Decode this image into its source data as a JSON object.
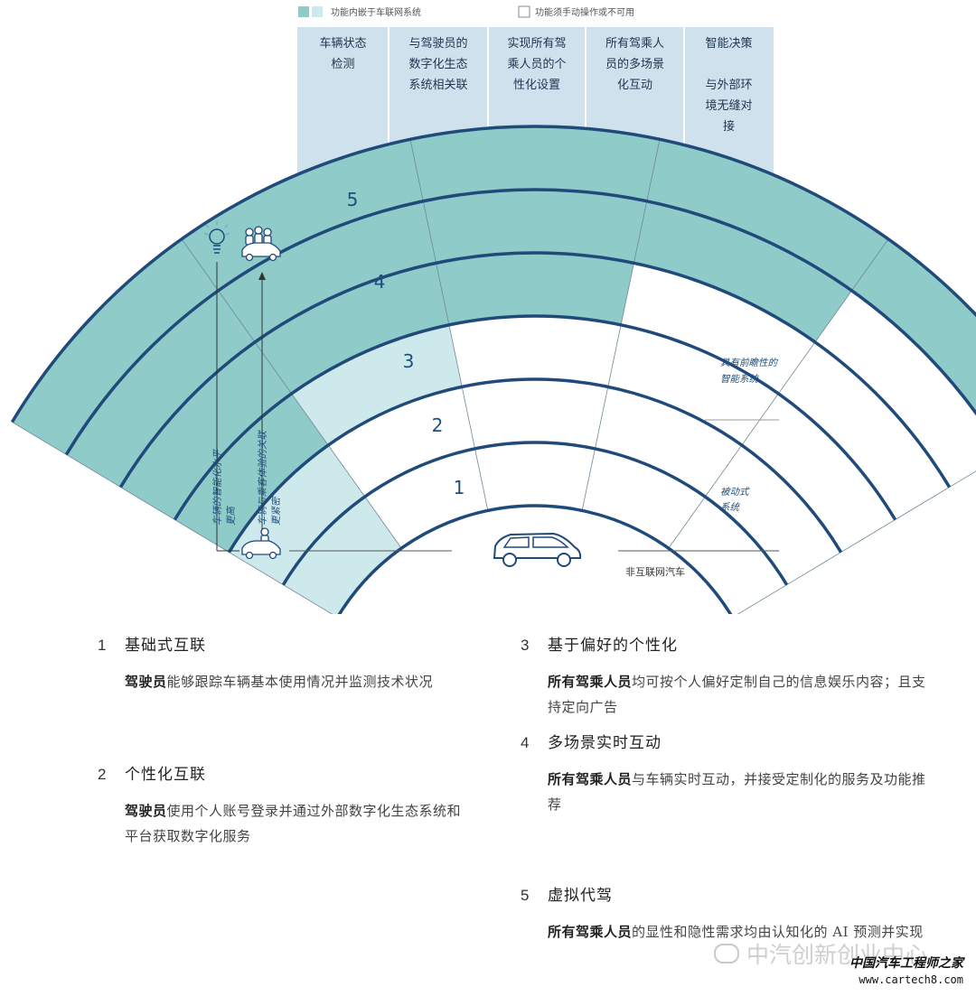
{
  "legend": {
    "embedded": "功能内嵌于车联网系统",
    "manual": "功能须手动操作或不可用"
  },
  "columns": [
    [
      "车辆状态",
      "检测"
    ],
    [
      "与驾驶员的",
      "数字化生态",
      "系统相关联"
    ],
    [
      "实现所有驾",
      "乘人员的个",
      "性化设置"
    ],
    [
      "所有驾乘人",
      "员的多场景",
      "化互动"
    ],
    [
      "智能决策",
      "",
      "与外部环",
      "境无缝对",
      "接"
    ]
  ],
  "levels": [
    "1",
    "2",
    "3",
    "4",
    "5"
  ],
  "side_labels": {
    "proactive": [
      "具有前瞻性的",
      "智能系统"
    ],
    "reactive": [
      "被动式",
      "系统"
    ],
    "non_connected": "非互联网汽车"
  },
  "axis_labels": {
    "intelligence": [
      "车辆的智能化水平",
      "更高"
    ],
    "engagement": [
      "车辆与乘客体验的关联",
      "更紧密"
    ]
  },
  "descriptions": [
    {
      "num": "1",
      "title": "基础式互联",
      "bold": "驾驶员",
      "text": "能够跟踪车辆基本使用情况并监测技术状况"
    },
    {
      "num": "2",
      "title": "个性化互联",
      "bold": "驾驶员",
      "text": "使用个人账号登录并通过外部数字化生态系统和平台获取数字化服务"
    },
    {
      "num": "3",
      "title": "基于偏好的个性化",
      "bold": "所有驾乘人员",
      "text": "均可按个人偏好定制自己的信息娱乐内容；且支持定向广告"
    },
    {
      "num": "4",
      "title": "多场景实时互动",
      "bold": "所有驾乘人员",
      "text": "与车辆实时互动，并接受定制化的服务及功能推荐"
    },
    {
      "num": "5",
      "title": "虚拟代驾",
      "bold": "所有驾乘人员",
      "text": "的显性和隐性需求均由认知化的 AI 预测并实现"
    }
  ],
  "watermark": "中汽创新创业中心",
  "logo": {
    "name": "中国汽车工程师之家",
    "url": "www.cartech8.com"
  },
  "colors": {
    "header": "#cfe1ec",
    "teal_dark": "#8fcbc9",
    "teal_light": "#cde9ec",
    "line": "#1f4a7a"
  }
}
